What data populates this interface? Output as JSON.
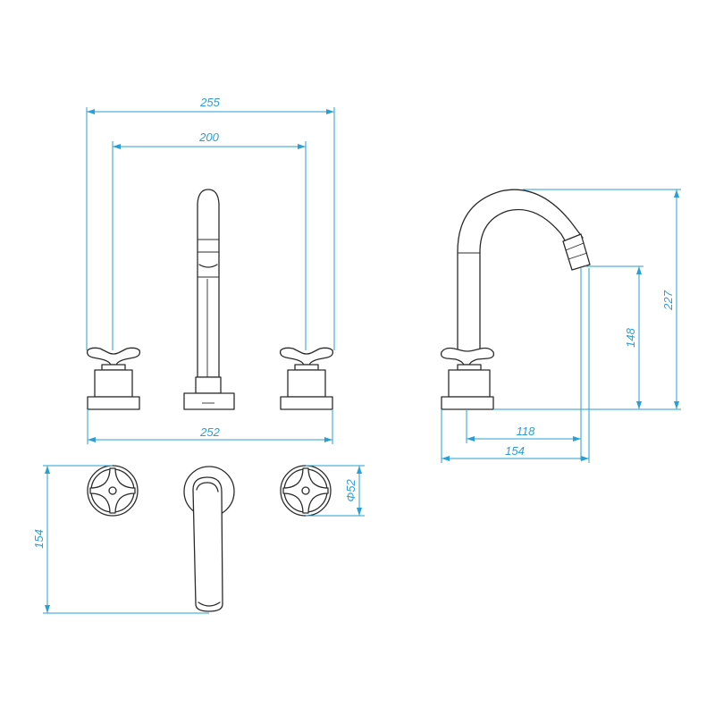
{
  "dimensions": {
    "overall_width": "255",
    "handle_spacing": "200",
    "base_width": "252",
    "spout_total_height": "227",
    "spout_outlet_height": "148",
    "spout_reach": "118",
    "spout_depth": "154",
    "plan_depth": "154",
    "handle_diameter": "Φ52"
  },
  "colors": {
    "outline": "#2b2b2b",
    "dimension": "#2a9fd6"
  }
}
